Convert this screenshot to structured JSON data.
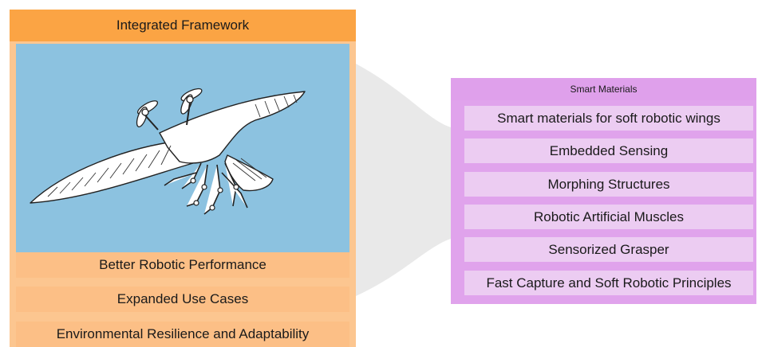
{
  "left_panel": {
    "title": "Integrated Framework",
    "figure_icon": "robotic-bird-drone-icon",
    "items": [
      "Better Robotic Performance",
      "Expanded Use Cases",
      "Environmental Resilience and Adaptability"
    ]
  },
  "right_panel": {
    "title": "Smart Materials",
    "items": [
      "Smart materials for soft robotic wings",
      "Embedded Sensing",
      "Morphing Structures",
      "Robotic Artificial Muscles",
      "Sensorized Grasper",
      "Fast Capture and Soft Robotic Principles"
    ]
  },
  "colors": {
    "left_header": "#fba444",
    "left_panel": "#fcc690",
    "left_item": "#fcbf86",
    "figure_background": "#8cc2e0",
    "right_header": "#dfa0eb",
    "right_panel": "#e0a3ec",
    "right_item": "#ecccf2",
    "connector": "#e9e9e9"
  }
}
